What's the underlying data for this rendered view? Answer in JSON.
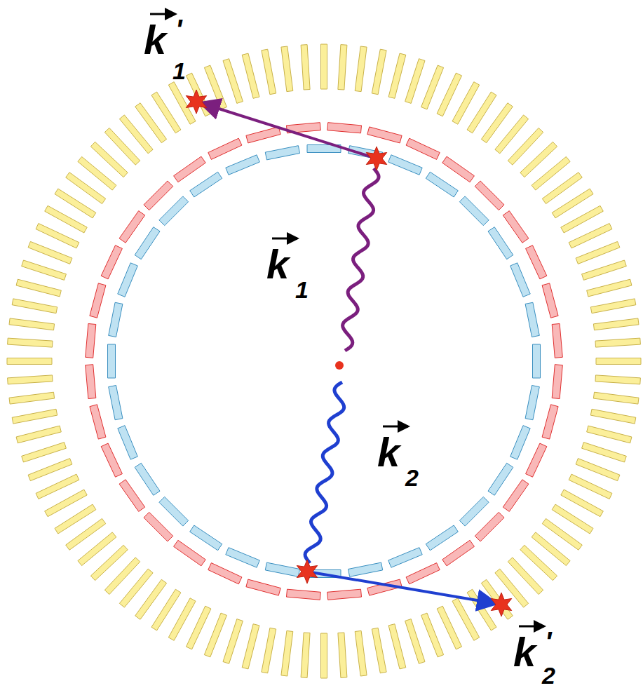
{
  "diagram": {
    "labels": [
      "k",
      "'",
      "1",
      "k",
      "1",
      "k",
      "2",
      "k",
      "'",
      "2"
    ]
  }
}
